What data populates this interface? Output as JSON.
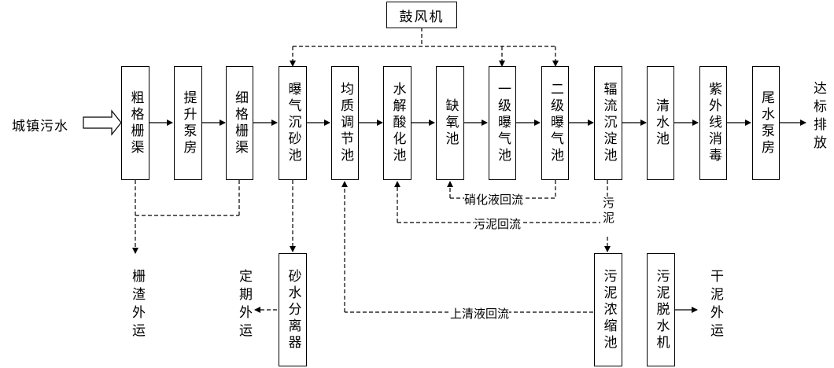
{
  "blower": "鼓风机",
  "input_label": "城镇污水",
  "output_label": "达标排放",
  "units": [
    {
      "id": "u1",
      "label": "粗格栅渠"
    },
    {
      "id": "u2",
      "label": "提升泵房"
    },
    {
      "id": "u3",
      "label": "细格栅渠"
    },
    {
      "id": "u4",
      "label": "曝气沉砂池"
    },
    {
      "id": "u5",
      "label": "均质调节池"
    },
    {
      "id": "u6",
      "label": "水解酸化池"
    },
    {
      "id": "u7",
      "label": "缺氧池"
    },
    {
      "id": "u8",
      "label": "一级曝气池"
    },
    {
      "id": "u9",
      "label": "二级曝气池"
    },
    {
      "id": "u10",
      "label": "辐流沉淀池"
    },
    {
      "id": "u11",
      "label": "清水池"
    },
    {
      "id": "u12",
      "label": "紫外线消毒"
    },
    {
      "id": "u13",
      "label": "尾水泵房"
    }
  ],
  "lower_units": {
    "sand_separator": "砂水分离器",
    "sludge_thickener": "污泥浓缩池",
    "sludge_dewater": "污泥脱水机"
  },
  "outputs": {
    "screenings": "栅渣外运",
    "regular_removal": "定期外运",
    "dry_sludge": "干泥外运"
  },
  "flow_labels": {
    "nitrate_return": "硝化液回流",
    "sludge_return": "污泥回流",
    "sludge": "污泥",
    "supernatant_return": "上清液回流"
  }
}
